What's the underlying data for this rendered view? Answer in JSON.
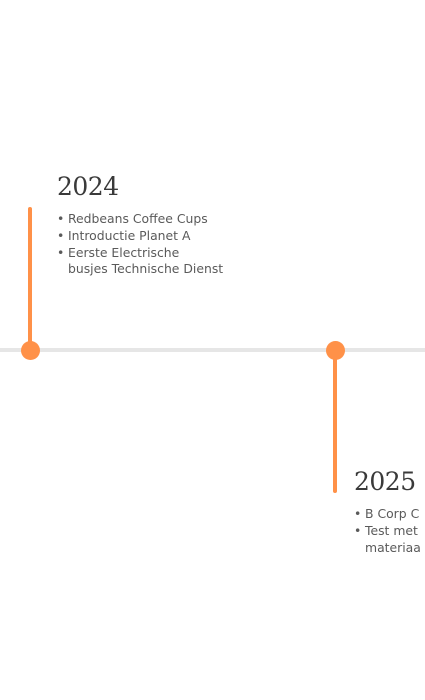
{
  "timeline": {
    "accent_color": "#ff9148",
    "axis_color": "#e6e6e6",
    "events": [
      {
        "year": "2024",
        "items": [
          "Redbeans Coffee Cups",
          "Introductie Planet A",
          "Eerste Electrische",
          "busjes Technische Dienst"
        ]
      },
      {
        "year": "2025",
        "items": [
          "B Corp C",
          "Test met",
          "materiaa"
        ]
      }
    ]
  }
}
